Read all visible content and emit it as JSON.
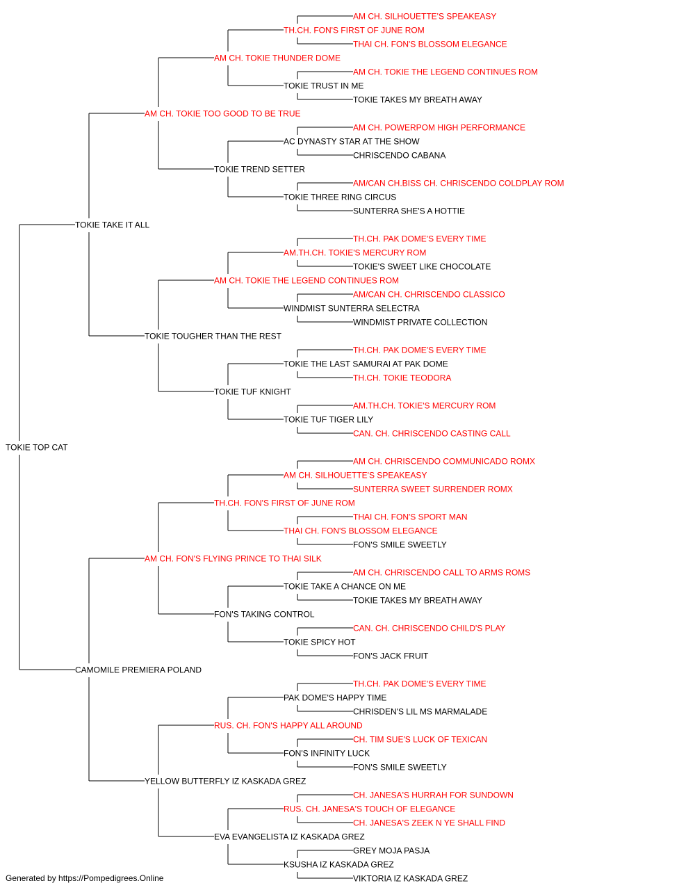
{
  "colors": {
    "champion": "#ff0000",
    "regular": "#000000",
    "line": "#000000"
  },
  "footer": "Generated by https://Pompedigrees.Online",
  "pedigree": [
    {
      "name": "TOKIE TOP CAT",
      "ch": false
    },
    {
      "name": "TOKIE TAKE IT ALL",
      "ch": false
    },
    {
      "name": "CAMOMILE PREMIERA POLAND",
      "ch": false
    },
    {
      "name": "AM CH. TOKIE TOO GOOD TO BE TRUE",
      "ch": true
    },
    {
      "name": "TOKIE TOUGHER THAN THE REST",
      "ch": false
    },
    {
      "name": "AM CH. FON'S FLYING PRINCE TO THAI SILK",
      "ch": true
    },
    {
      "name": "YELLOW BUTTERFLY IZ KASKADA GREZ",
      "ch": false
    },
    {
      "name": "AM CH. TOKIE THUNDER DOME",
      "ch": true
    },
    {
      "name": "TOKIE TREND SETTER",
      "ch": false
    },
    {
      "name": "AM CH. TOKIE THE LEGEND CONTINUES ROM",
      "ch": true
    },
    {
      "name": "TOKIE TUF KNIGHT",
      "ch": false
    },
    {
      "name": "TH.CH. FON'S FIRST OF JUNE ROM",
      "ch": true
    },
    {
      "name": "FON'S TAKING CONTROL",
      "ch": false
    },
    {
      "name": "RUS. CH. FON'S HAPPY ALL AROUND",
      "ch": true
    },
    {
      "name": "EVA EVANGELISTA IZ KASKADA GREZ",
      "ch": false
    },
    {
      "name": "TH.CH. FON'S FIRST OF JUNE ROM",
      "ch": true
    },
    {
      "name": "TOKIE TRUST IN ME",
      "ch": false
    },
    {
      "name": "AC DYNASTY STAR AT THE SHOW",
      "ch": false
    },
    {
      "name": "TOKIE THREE RING CIRCUS",
      "ch": false
    },
    {
      "name": "AM.TH.CH. TOKIE'S MERCURY ROM",
      "ch": true
    },
    {
      "name": "WINDMIST SUNTERRA SELECTRA",
      "ch": false
    },
    {
      "name": "TOKIE THE LAST SAMURAI AT PAK DOME",
      "ch": false
    },
    {
      "name": "TOKIE TUF TIGER LILY",
      "ch": false
    },
    {
      "name": "AM CH. SILHOUETTE'S SPEAKEASY",
      "ch": true
    },
    {
      "name": "THAI CH. FON'S BLOSSOM ELEGANCE",
      "ch": true
    },
    {
      "name": "TOKIE TAKE A CHANCE ON ME",
      "ch": false
    },
    {
      "name": "TOKIE SPICY HOT",
      "ch": false
    },
    {
      "name": "PAK DOME'S HAPPY TIME",
      "ch": false
    },
    {
      "name": "FON'S INFINITY LUCK",
      "ch": false
    },
    {
      "name": "RUS. CH. JANESA'S TOUCH OF ELEGANCE",
      "ch": true
    },
    {
      "name": "KSUSHA IZ KASKADA GREZ",
      "ch": false
    },
    {
      "name": "AM CH. SILHOUETTE'S SPEAKEASY",
      "ch": true
    },
    {
      "name": "THAI CH. FON'S BLOSSOM ELEGANCE",
      "ch": true
    },
    {
      "name": "AM CH. TOKIE THE LEGEND CONTINUES ROM",
      "ch": true
    },
    {
      "name": "TOKIE TAKES MY BREATH AWAY",
      "ch": false
    },
    {
      "name": "AM CH. POWERPOM HIGH PERFORMANCE",
      "ch": true
    },
    {
      "name": "CHRISCENDO CABANA",
      "ch": false
    },
    {
      "name": "AM/CAN CH.BISS CH. CHRISCENDO COLDPLAY ROM",
      "ch": true
    },
    {
      "name": "SUNTERRA SHE'S A HOTTIE",
      "ch": false
    },
    {
      "name": "TH.CH. PAK DOME'S EVERY TIME",
      "ch": true
    },
    {
      "name": "TOKIE'S SWEET LIKE CHOCOLATE",
      "ch": false
    },
    {
      "name": "AM/CAN CH. CHRISCENDO CLASSICO",
      "ch": true
    },
    {
      "name": "WINDMIST PRIVATE COLLECTION",
      "ch": false
    },
    {
      "name": "TH.CH. PAK DOME'S EVERY TIME",
      "ch": true
    },
    {
      "name": "TH.CH. TOKIE TEODORA",
      "ch": true
    },
    {
      "name": "AM.TH.CH. TOKIE'S MERCURY ROM",
      "ch": true
    },
    {
      "name": "CAN. CH. CHRISCENDO CASTING CALL",
      "ch": true
    },
    {
      "name": "AM CH. CHRISCENDO COMMUNICADO ROMX",
      "ch": true
    },
    {
      "name": "SUNTERRA SWEET SURRENDER ROMX",
      "ch": true
    },
    {
      "name": "THAI CH. FON'S SPORT MAN",
      "ch": true
    },
    {
      "name": "FON'S SMILE SWEETLY",
      "ch": false
    },
    {
      "name": "AM CH. CHRISCENDO CALL TO ARMS ROMS",
      "ch": true
    },
    {
      "name": "TOKIE TAKES MY BREATH AWAY",
      "ch": false
    },
    {
      "name": "CAN. CH. CHRISCENDO CHILD'S PLAY",
      "ch": true
    },
    {
      "name": "FON'S JACK FRUIT",
      "ch": false
    },
    {
      "name": "TH.CH. PAK DOME'S EVERY TIME",
      "ch": true
    },
    {
      "name": "CHRISDEN'S LIL MS MARMALADE",
      "ch": false
    },
    {
      "name": "CH. TIM SUE'S LUCK OF TEXICAN",
      "ch": true
    },
    {
      "name": "FON'S SMILE SWEETLY",
      "ch": false
    },
    {
      "name": "CH. JANESA'S HURRAH FOR SUNDOWN",
      "ch": true
    },
    {
      "name": "CH. JANESA'S ZEEK N YE SHALL FIND",
      "ch": true
    },
    {
      "name": "GREY MOJA PASJA",
      "ch": false
    },
    {
      "name": "VIKTORIA IZ KASKADA GREZ",
      "ch": false
    }
  ]
}
